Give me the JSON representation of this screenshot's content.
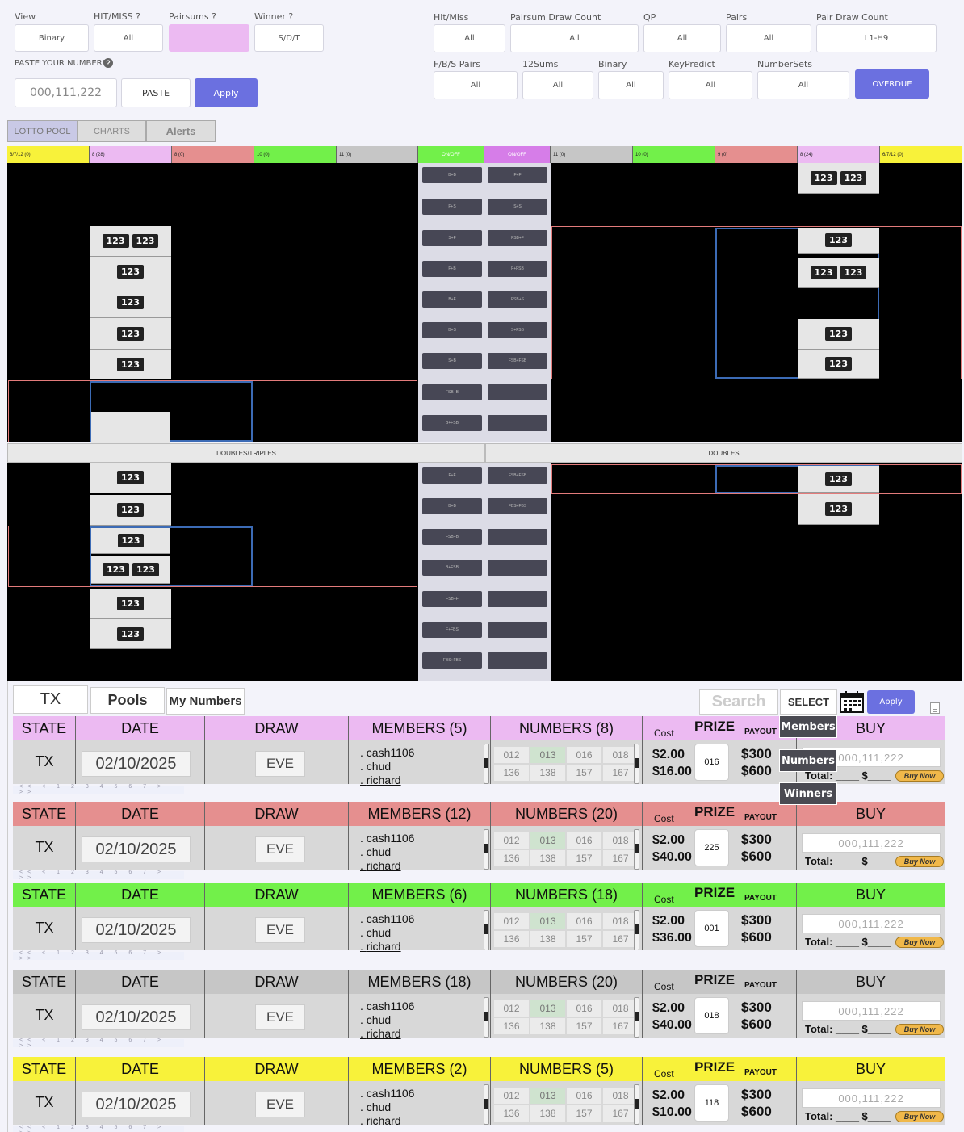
{
  "filters": {
    "view": {
      "label": "View",
      "value": "Binary"
    },
    "hitmiss": {
      "label": "HIT/MISS ?",
      "value": "All"
    },
    "pairsums": {
      "label": "Pairsums ?",
      "value": ""
    },
    "winner": {
      "label": "Winner ?",
      "value": "S/D/T"
    },
    "paste_label": "PASTE YOUR NUMBERS",
    "paste_placeholder": "000,111,222",
    "paste_button": "PASTE",
    "apply_button": "Apply",
    "right": {
      "hit_miss": {
        "label": "Hit/Miss",
        "value": "All"
      },
      "pairsum_draw_count": {
        "label": "Pairsum Draw Count",
        "value": "All"
      },
      "qp": {
        "label": "QP",
        "value": "All"
      },
      "pairs": {
        "label": "Pairs",
        "value": "All"
      },
      "pair_draw_count": {
        "label": "Pair Draw Count",
        "value": "L1-H9"
      },
      "fbs_pairs": {
        "label": "F/B/S Pairs",
        "value": "All"
      },
      "sums12": {
        "label": "12Sums",
        "value": "All"
      },
      "binary": {
        "label": "Binary",
        "value": "All"
      },
      "keypredict": {
        "label": "KeyPredict",
        "value": "All"
      },
      "numbersets": {
        "label": "NumberSets",
        "value": "All"
      },
      "overdue": "OVERDUE"
    }
  },
  "tabs": {
    "lotto_pool": "LOTTO POOL",
    "charts": "CHARTS",
    "alerts": "Alerts"
  },
  "grid_headers": [
    "6/7/12 (0)",
    "8 (28)",
    "8 (0)",
    "10 (0)",
    "11 (0)",
    "ON/OFF",
    "ON/OFF",
    "11 (0)",
    "10 (0)",
    "9 (0)",
    "8 (24)",
    "6/7/12 (0)"
  ],
  "pill_text": "123",
  "mid_left": [
    "B+B",
    "F+S",
    "S+F",
    "F+B",
    "B+F",
    "B+S",
    "S+B",
    "FSB+B",
    "B+FSB"
  ],
  "mid_right": [
    "F+F",
    "S+S",
    "FSB+F",
    "F+FSB",
    "FSB+S",
    "S+FSB",
    "FSB+FSB",
    "",
    ""
  ],
  "mid_left2": [
    "F+F",
    "B+B",
    "FSB+B",
    "B+FSB",
    "FSB+F",
    "F+FBS",
    "FBS+FBS"
  ],
  "mid_right2": [
    "FSB+FSB",
    "FBS+FBS",
    "",
    "",
    "",
    "",
    ""
  ],
  "sections": {
    "left": "DOUBLES/TRIPLES",
    "right": "DOUBLES"
  },
  "pool_tabs": {
    "tx": "TX",
    "pools": "Pools",
    "my_numbers": "My Numbers"
  },
  "pool_search": {
    "placeholder": "Search",
    "select": "SELECT",
    "apply": "Apply"
  },
  "dropdown": [
    "Members",
    "Numbers",
    "Winners"
  ],
  "pool_cols": {
    "state": "STATE",
    "date": "DATE",
    "draw": "DRAW",
    "members": "MEMBERS",
    "numbers": "NUMBERS",
    "cost": "Cost",
    "prize": "PRIZE",
    "payout": "PAYOUT",
    "buy": "BUY"
  },
  "pager": "<< < 1 2 3 4 5 6 7 > >>",
  "pools": [
    {
      "color": "#ecbaf2",
      "state": "TX",
      "date": "02/10/2025",
      "draw": "EVE",
      "members": "(5)",
      "numbers_count": "(8)",
      "member_list": [
        "cash1106",
        "chud",
        "richard"
      ],
      "numbers": [
        "012",
        "013",
        "016",
        "018",
        "136",
        "138",
        "157",
        "167"
      ],
      "cost": [
        "$2.00",
        "$16.00"
      ],
      "prize": "016",
      "payout": [
        "$300",
        "$600"
      ],
      "buy_placeholder": "000,111,222",
      "total": "Total: ____ $____",
      "buy_now": "Buy Now"
    },
    {
      "color": "#e58f8f",
      "state": "TX",
      "date": "02/10/2025",
      "draw": "EVE",
      "members": "(12)",
      "numbers_count": "(20)",
      "member_list": [
        "cash1106",
        "chud",
        "richard"
      ],
      "numbers": [
        "012",
        "013",
        "016",
        "018",
        "136",
        "138",
        "157",
        "167"
      ],
      "cost": [
        "$2.00",
        "$40.00"
      ],
      "prize": "225",
      "payout": [
        "$300",
        "$600"
      ],
      "buy_placeholder": "000,111,222",
      "total": "Total: ____ $____",
      "buy_now": "Buy Now"
    },
    {
      "color": "#72f04a",
      "state": "TX",
      "date": "02/10/2025",
      "draw": "EVE",
      "members": "(6)",
      "numbers_count": "(18)",
      "member_list": [
        "cash1106",
        "chud",
        "richard"
      ],
      "numbers": [
        "012",
        "013",
        "016",
        "018",
        "136",
        "138",
        "157",
        "167"
      ],
      "cost": [
        "$2.00",
        "$36.00"
      ],
      "prize": "001",
      "payout": [
        "$300",
        "$600"
      ],
      "buy_placeholder": "000,111,222",
      "total": "Total: ____ $____",
      "buy_now": "Buy Now"
    },
    {
      "color": "#c6c6c6",
      "state": "TX",
      "date": "02/10/2025",
      "draw": "EVE",
      "members": "(18)",
      "numbers_count": "(20)",
      "member_list": [
        "cash1106",
        "chud",
        "richard"
      ],
      "numbers": [
        "012",
        "013",
        "016",
        "018",
        "136",
        "138",
        "157",
        "167"
      ],
      "cost": [
        "$2.00",
        "$40.00"
      ],
      "prize": "018",
      "payout": [
        "$300",
        "$600"
      ],
      "buy_placeholder": "000,111,222",
      "total": "Total: ____ $____",
      "buy_now": "Buy Now"
    },
    {
      "color": "#f8f23a",
      "state": "TX",
      "date": "02/10/2025",
      "draw": "EVE",
      "members": "(2)",
      "numbers_count": "(5)",
      "member_list": [
        "cash1106",
        "chud",
        "richard"
      ],
      "numbers": [
        "012",
        "013",
        "016",
        "018",
        "136",
        "138",
        "157",
        "167"
      ],
      "cost": [
        "$2.00",
        "$10.00"
      ],
      "prize": "118",
      "payout": [
        "$300",
        "$600"
      ],
      "buy_placeholder": "000,111,222",
      "total": "Total: ____ $____",
      "buy_now": "Buy Now"
    }
  ],
  "colors": {
    "accent": "#6b70e0",
    "pairsums_box": "#ecbaf2"
  }
}
